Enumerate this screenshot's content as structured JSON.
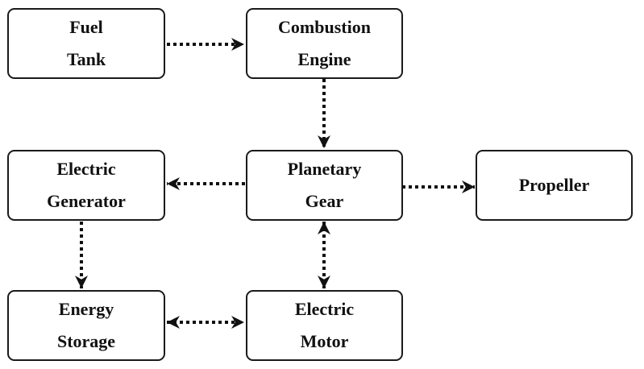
{
  "diagram": {
    "nodes": [
      {
        "id": "fuel-tank",
        "lines": [
          "Fuel",
          "Tank"
        ]
      },
      {
        "id": "combustion-engine",
        "lines": [
          "Combustion",
          "Engine"
        ]
      },
      {
        "id": "electric-generator",
        "lines": [
          "Electric",
          "Generator"
        ]
      },
      {
        "id": "planetary-gear",
        "lines": [
          "Planetary",
          "Gear"
        ]
      },
      {
        "id": "propeller",
        "lines": [
          "Propeller"
        ]
      },
      {
        "id": "energy-storage",
        "lines": [
          "Energy",
          "Storage"
        ]
      },
      {
        "id": "electric-motor",
        "lines": [
          "Electric",
          "Motor"
        ]
      }
    ],
    "edges": [
      {
        "from": "fuel-tank",
        "to": "combustion-engine",
        "style": "dotted",
        "direction": "forward"
      },
      {
        "from": "combustion-engine",
        "to": "planetary-gear",
        "style": "dotted",
        "direction": "forward"
      },
      {
        "from": "planetary-gear",
        "to": "electric-generator",
        "style": "dotted",
        "direction": "forward"
      },
      {
        "from": "planetary-gear",
        "to": "propeller",
        "style": "dotted",
        "direction": "forward"
      },
      {
        "from": "electric-generator",
        "to": "energy-storage",
        "style": "dotted",
        "direction": "forward"
      },
      {
        "from": "planetary-gear",
        "to": "electric-motor",
        "style": "dotted",
        "direction": "both"
      },
      {
        "from": "energy-storage",
        "to": "electric-motor",
        "style": "dotted",
        "direction": "both"
      }
    ]
  }
}
